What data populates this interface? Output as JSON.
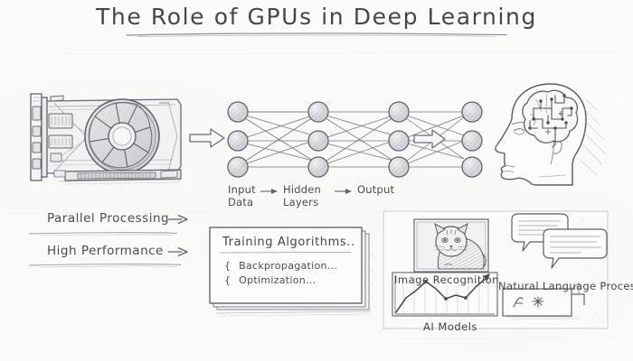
{
  "page": {
    "title": "The Role of GPUs in Deep Learning",
    "background_color": "#fbfbf9",
    "ink_color": "#55555a",
    "style": "pencil-sketch-whiteboard"
  },
  "diagram": {
    "flow": {
      "arrow_1": "arrow-gpu-to-network",
      "arrow_2": "arrow-network-to-brain"
    },
    "gpu": {
      "name": "graphics-card",
      "caption": ""
    },
    "neural_network": {
      "layers": 4,
      "nodes_per_layer": 3,
      "labels": [
        {
          "line1": "Input",
          "line2": "Data"
        },
        {
          "line1": "Hidden",
          "line2": "Layers"
        },
        {
          "line1": "Output",
          "line2": ""
        }
      ]
    },
    "brain": {
      "name": "head-with-circuit-brain"
    },
    "features": [
      {
        "label": "Parallel Processing",
        "arrow": "⟶"
      },
      {
        "label": "High Performance",
        "arrow": "⟶"
      }
    ],
    "training_card": {
      "title": "Training Algorithms..",
      "items": [
        {
          "bullet": "{",
          "text": "Backpropagation..."
        },
        {
          "bullet": "{",
          "text": "Optimization..."
        }
      ]
    },
    "applications": [
      {
        "label": "Image Recognition",
        "icon": "cat-photo-frame"
      },
      {
        "label": "Natural Language Processing",
        "icon": "speech-bubbles"
      },
      {
        "label": "AI Models",
        "icon": "line-chart"
      },
      {
        "label": "",
        "icon": "robot-device-box"
      }
    ]
  },
  "chart_data": {
    "type": "line",
    "title": "AI Models",
    "x": [
      0,
      1,
      2,
      3,
      4,
      5,
      6,
      7,
      8,
      9
    ],
    "values": [
      8,
      30,
      44,
      62,
      50,
      34,
      40,
      36,
      55,
      80
    ],
    "xlabel": "",
    "ylabel": "",
    "ylim": [
      0,
      90
    ],
    "grid": true,
    "legend": "none"
  }
}
